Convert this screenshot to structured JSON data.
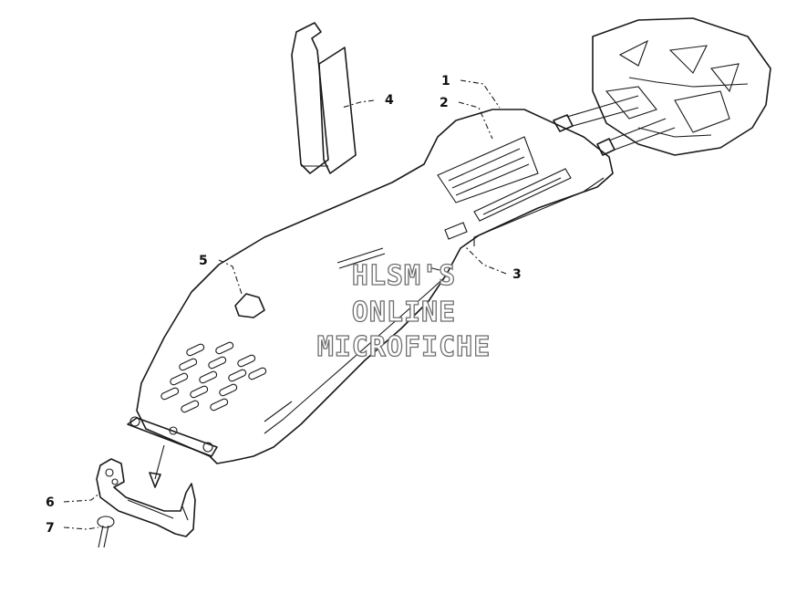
{
  "callouts": [
    {
      "id": "1",
      "label": "1"
    },
    {
      "id": "2",
      "label": "2"
    },
    {
      "id": "3",
      "label": "3"
    },
    {
      "id": "4",
      "label": "4"
    },
    {
      "id": "5",
      "label": "5"
    },
    {
      "id": "6",
      "label": "6"
    },
    {
      "id": "7",
      "label": "7"
    }
  ],
  "watermark": {
    "line1": "HLSM'S",
    "line2": "ONLINE",
    "line3": "MICROFICHE"
  },
  "colors": {
    "line": "#1a1a1a",
    "watermark_outline": "#6e6e6e",
    "background": "#ffffff"
  }
}
